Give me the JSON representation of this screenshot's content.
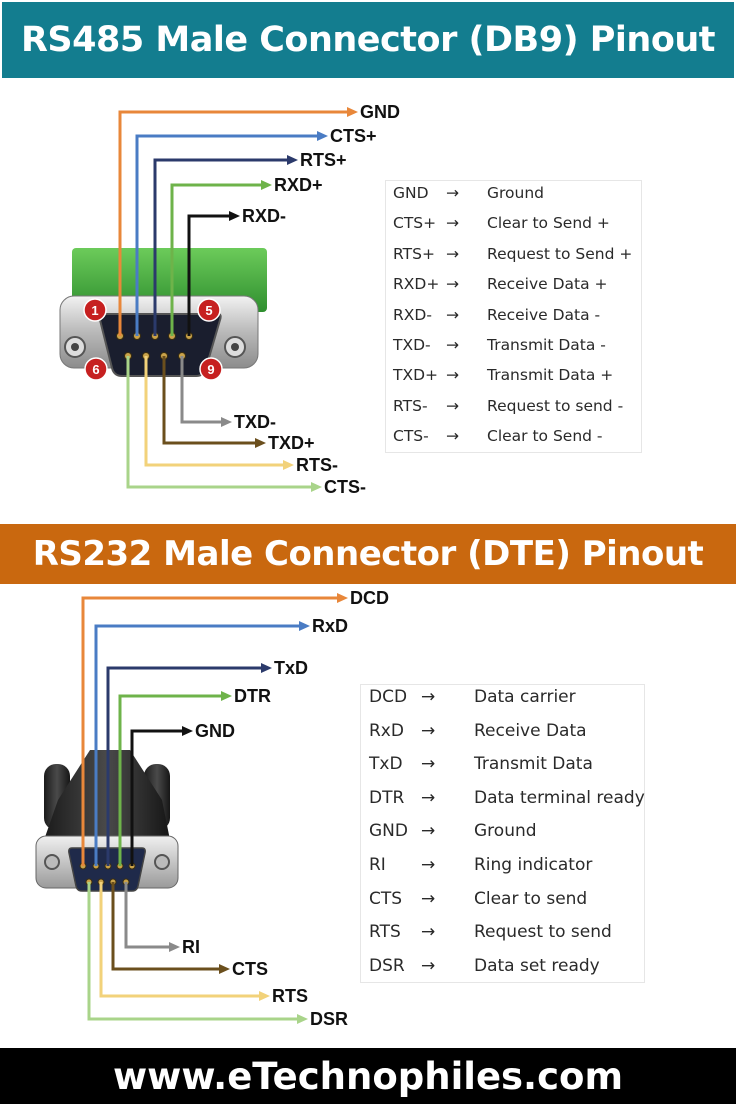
{
  "banner_top": {
    "text": "RS485 Male Connector (DB9) Pinout",
    "bg": "#137d8f"
  },
  "banner_mid": {
    "text": "RS232 Male Connector (DTE) Pinout",
    "bg": "#c9680f"
  },
  "footer": {
    "text": "www.eTechnophiles.com"
  },
  "pin_markers": [
    "1",
    "5",
    "6",
    "9"
  ],
  "rs485_wires": [
    "GND",
    "CTS+",
    "RTS+",
    "RXD+",
    "RXD-",
    "TXD-",
    "TXD+",
    "RTS-",
    "CTS-"
  ],
  "rs485_table": [
    {
      "code": "GND",
      "desc": "Ground"
    },
    {
      "code": "CTS+",
      "desc": "Clear to Send +"
    },
    {
      "code": "RTS+",
      "desc": "Request to Send +"
    },
    {
      "code": "RXD+",
      "desc": "Receive Data +"
    },
    {
      "code": "RXD-",
      "desc": "Receive Data -"
    },
    {
      "code": "TXD-",
      "desc": "Transmit Data -"
    },
    {
      "code": "TXD+",
      "desc": "Transmit Data +"
    },
    {
      "code": "RTS-",
      "desc": "Request to send -"
    },
    {
      "code": "CTS-",
      "desc": "Clear to Send -"
    }
  ],
  "rs232_wires": [
    "DCD",
    "RxD",
    "TxD",
    "DTR",
    "GND",
    "RI",
    "CTS",
    "RTS",
    "DSR"
  ],
  "rs232_table": [
    {
      "code": "DCD",
      "desc": "Data carrier"
    },
    {
      "code": "RxD",
      "desc": "Receive Data"
    },
    {
      "code": "TxD",
      "desc": "Transmit Data"
    },
    {
      "code": "DTR",
      "desc": "Data terminal ready"
    },
    {
      "code": "GND",
      "desc": "Ground"
    },
    {
      "code": "RI",
      "desc": "Ring indicator"
    },
    {
      "code": "CTS",
      "desc": "Clear to send"
    },
    {
      "code": "RTS",
      "desc": "Request to send"
    },
    {
      "code": "DSR",
      "desc": "Data set ready"
    }
  ],
  "arrow_glyph": "→",
  "colors": {
    "orange": "#e8873a",
    "blue": "#4a7cc4",
    "navy": "#2b3a6b",
    "green": "#6eb34a",
    "black": "#111111",
    "gray": "#8a8a8a",
    "brown": "#6b4f1d",
    "yellow": "#f2d27a",
    "light_green": "#a9d48a",
    "pin_red": "#c62020"
  }
}
